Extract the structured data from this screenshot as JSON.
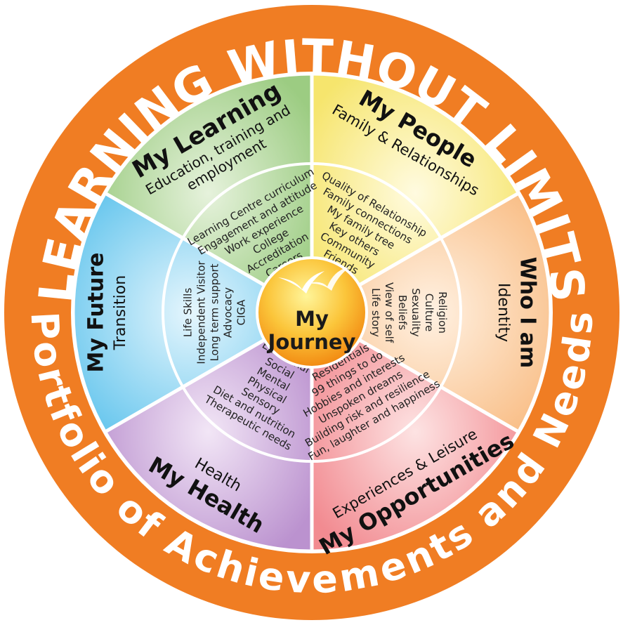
{
  "ring": {
    "top_text": "LEARNING WITHOUT LIMITS",
    "bottom_text": "Portfolio of Achievements and Needs"
  },
  "center": {
    "line1": "My",
    "line2": "Journey",
    "icon": "birds-icon"
  },
  "colors": {
    "ring": "#f07d23",
    "border": "#ffffff",
    "learning": "#a8d08d",
    "people": "#f8ea7b",
    "identity": "#fbc896",
    "opportunities": "#f4959a",
    "health": "#c39bd3",
    "future": "#79cdef",
    "center_light": "#fff27a",
    "center_dark": "#f28a12"
  },
  "segments": {
    "learning": {
      "title": "My Learning",
      "subtitle_1": "Education, training and",
      "subtitle_2": "employment",
      "items": [
        "Learning Centre curriculum",
        "Engagement and attitude",
        "Work experience",
        "College",
        "Accreditation",
        "Careers"
      ]
    },
    "people": {
      "title": "My People",
      "subtitle": "Family & Relationships",
      "items": [
        "Quality of Relationship",
        "Family connections",
        "My family tree",
        "Key others",
        "Community",
        "Friends"
      ]
    },
    "identity": {
      "title": "Who I am",
      "subtitle": "Identity",
      "items": [
        "Religion",
        "Culture",
        "Sexuality",
        "Beliefs",
        "View of self",
        "Life story"
      ]
    },
    "opportunities": {
      "title": "My Opportunities",
      "subtitle": "Experiences & Leisure",
      "items": [
        "Residentials",
        "99 things to do",
        "Hobbies and interests",
        "Unspoken dreams",
        "Building risk and resilience",
        "Fun, laughter and happiness"
      ]
    },
    "health": {
      "title": "My Health",
      "subtitle": "Health",
      "items": [
        "Emotional",
        "Social",
        "Mental",
        "Physical",
        "Sensory",
        "Diet and nutrition",
        "Therapeutic needs"
      ]
    },
    "future": {
      "title": "My Future",
      "subtitle": "Transition",
      "items": [
        "Life Skills",
        "Independent Visitor",
        "Long term support",
        "Advocacy",
        "CIGA"
      ]
    }
  }
}
